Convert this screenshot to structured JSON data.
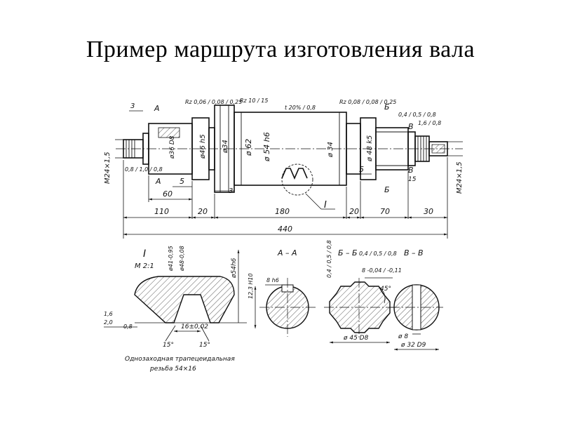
{
  "slide": {
    "title": "Пример маршрута изготовления вала"
  },
  "drawing": {
    "main_view": {
      "dims_bottom": [
        "110",
        "20",
        "180",
        "20",
        "70",
        "30"
      ],
      "overall_length": "440",
      "sub_dims": [
        "60",
        "5",
        "5",
        "3",
        "3",
        "15"
      ],
      "diameters": [
        "ø36 D8",
        "ø46 h5",
        "ø34",
        "ø 62",
        "ø 54 h6",
        "ø 34",
        "ø 48 k5"
      ],
      "threads": [
        "M24×1,5",
        "M24×1,5"
      ],
      "roughness": [
        "Rz 0,06 / 0,08 / 0,25",
        "Rz 10 / 15",
        "t 20% / 0,8",
        "Rz 0,08 / 0,08 / 0,25",
        "0,4 / 0,5 / 0,8",
        "1,6 / 0,8",
        "0,8 / 1,0 / 0,8"
      ],
      "section_marks": [
        "А",
        "А",
        "Б",
        "Б",
        "В",
        "В"
      ],
      "detail_mark": "I"
    },
    "detail_I": {
      "title": "I",
      "scale": "M 2:1",
      "dims": [
        "ø41-0,95",
        "ø48-0,08",
        "ø54h6",
        "16±0,02",
        "15°",
        "15°",
        "1,6",
        "2,0",
        "0,8"
      ],
      "caption_line1": "Однозаходная трапецеидальная",
      "caption_line2": "резьба 54×16"
    },
    "section_AA": {
      "title": "А – А",
      "dims": [
        "12,3 H10",
        "8 h6"
      ]
    },
    "section_BB": {
      "title": "Б – Б",
      "dims": [
        "0,4 / 0,5 / 0,8",
        "0,4 / 0,5 / 0,8",
        "8 -0,04 / -0,11",
        "45°",
        "ø 45 D8"
      ]
    },
    "section_VV": {
      "title": "В – В",
      "dims": [
        "ø 8",
        "ø 32 D9"
      ]
    }
  }
}
